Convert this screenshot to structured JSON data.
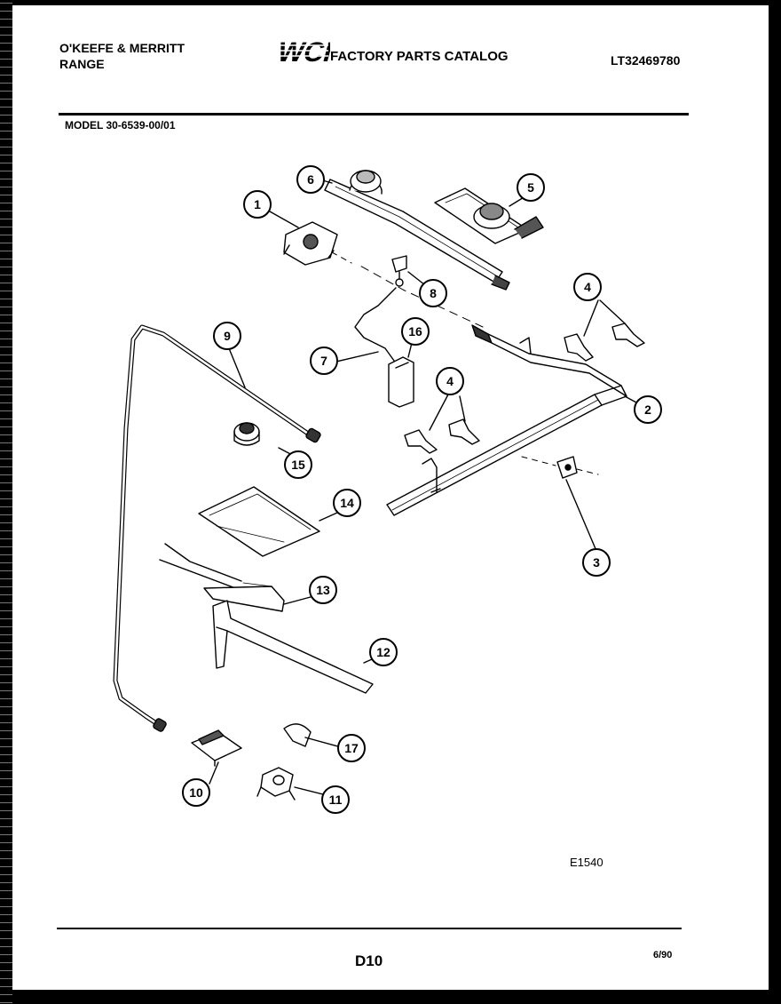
{
  "header": {
    "brand_line1": "O'KEEFE & MERRITT",
    "brand_line2": "RANGE",
    "logo_text": "WCI",
    "catalog_title": "FACTORY PARTS CATALOG",
    "catalog_number": "LT32469780"
  },
  "model_label": "MODEL 30-6539-00/01",
  "callouts": [
    "1",
    "2",
    "3",
    "4",
    "4",
    "5",
    "6",
    "7",
    "8",
    "9",
    "10",
    "11",
    "12",
    "13",
    "14",
    "15",
    "16",
    "17"
  ],
  "figure_code": "E1540",
  "footer": {
    "page_number": "D10",
    "revision_date": "6/90"
  }
}
